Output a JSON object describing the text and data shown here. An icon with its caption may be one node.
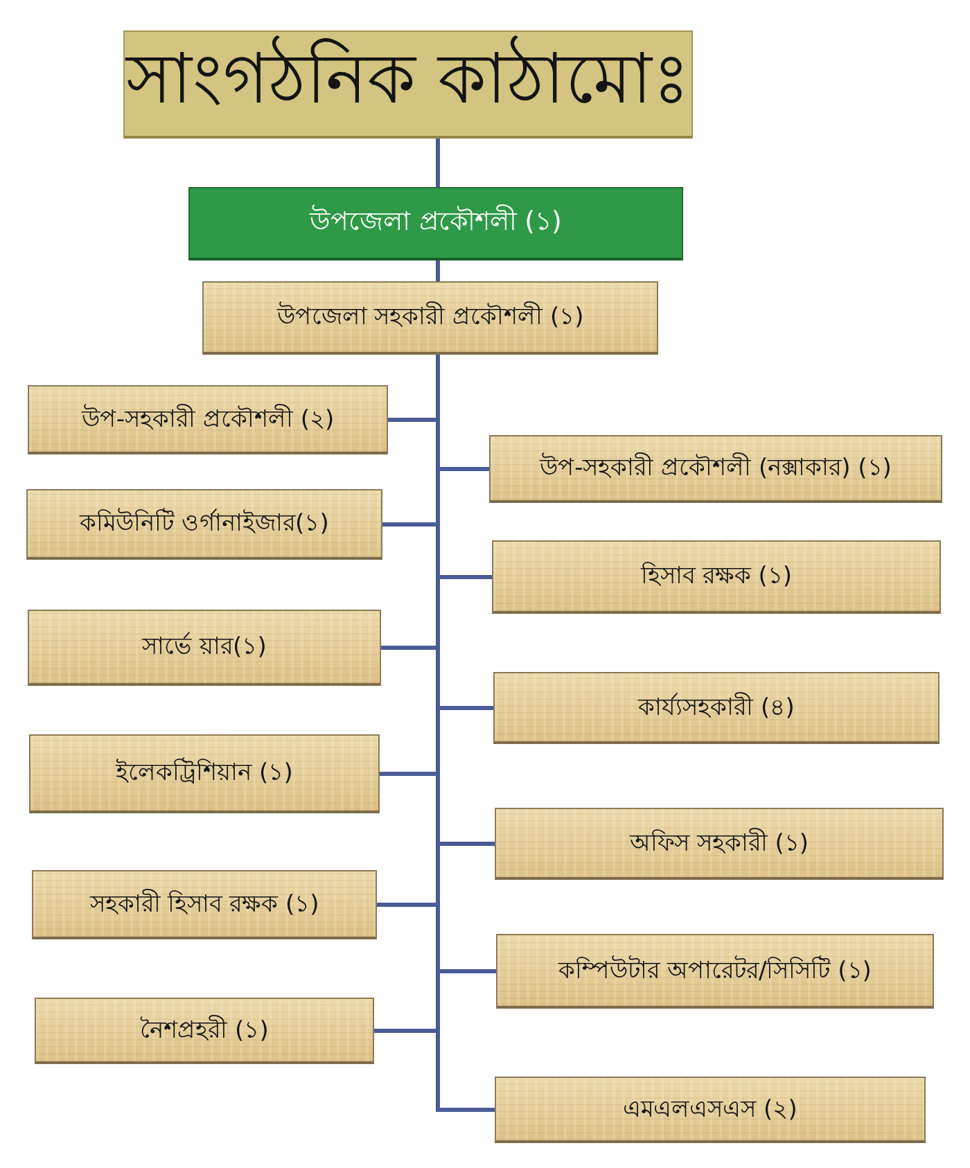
{
  "diagram": {
    "nodes": [
      {
        "text": [
          "সাংগঠনিক কাঠামোঃ"
        ]
      },
      {
        "text": [
          "উপজেলা প্রকৌশলী (১)"
        ]
      },
      {
        "text": [
          "উপজেলা সহকারী প্রকৌশলী (১)"
        ]
      },
      {
        "text": [
          "উপ-সহকারী প্রকৌশলী (২)"
        ]
      },
      {
        "text": [
          "উপ-সহকারী প্রকৌশলী (নক্সাকার) (১)"
        ]
      },
      {
        "text": [
          "কমিউনিটি ওর্গানাইজার(১)"
        ]
      },
      {
        "text": [
          "হিসাব রক্ষক (১)"
        ]
      },
      {
        "text": [
          "সার্ভে য়ার(১)"
        ]
      },
      {
        "text": [
          "কার্য্যসহকারী (৪)"
        ]
      },
      {
        "text": [
          "ইলেকট্রিশিয়ান (১)"
        ]
      },
      {
        "text": [
          "অফিস সহকারী (১)"
        ]
      },
      {
        "text": [
          "সহকারী হিসাব রক্ষক (১)"
        ]
      },
      {
        "text": [
          "কম্পিউটার অপারেটর/সিসিটি (১)"
        ]
      },
      {
        "text": [
          "নৈশপ্রহরী (১)"
        ]
      },
      {
        "text": [
          "এমএলএসএস (২)"
        ]
      }
    ],
    "edges": [
      {
        "from": 0,
        "to": 1,
        "arrow": "none"
      },
      {
        "from": 1,
        "to": 2,
        "arrow": "none"
      },
      {
        "from": 2,
        "to": 3,
        "arrow": "none"
      },
      {
        "from": 2,
        "to": 4,
        "arrow": "none"
      },
      {
        "from": 2,
        "to": 5,
        "arrow": "none"
      },
      {
        "from": 2,
        "to": 6,
        "arrow": "none"
      },
      {
        "from": 2,
        "to": 7,
        "arrow": "none"
      },
      {
        "from": 2,
        "to": 8,
        "arrow": "none"
      },
      {
        "from": 2,
        "to": 9,
        "arrow": "none"
      },
      {
        "from": 2,
        "to": 10,
        "arrow": "none"
      },
      {
        "from": 2,
        "to": 11,
        "arrow": "none"
      },
      {
        "from": 2,
        "to": 12,
        "arrow": "none"
      },
      {
        "from": 2,
        "to": 13,
        "arrow": "none"
      },
      {
        "from": 2,
        "to": 14,
        "arrow": "none"
      }
    ]
  }
}
